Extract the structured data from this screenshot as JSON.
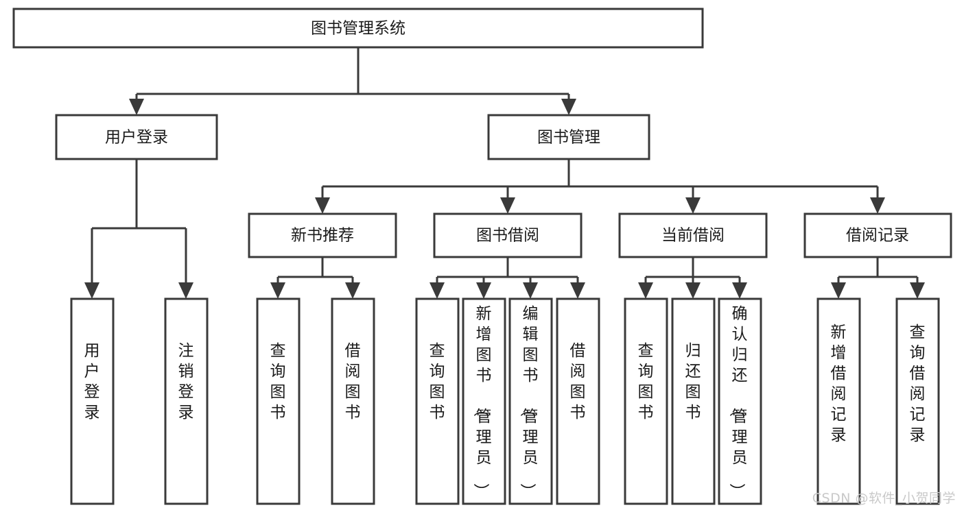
{
  "diagram": {
    "type": "tree-hierarchy",
    "title": "图书管理系统",
    "orientation": "top-down",
    "colors": {
      "box_stroke": "#3a3a3a",
      "box_fill": "#ffffff",
      "text": "#1a1a1a",
      "connector": "#3a3a3a",
      "watermark": "#c9c9c9",
      "background": "#ffffff"
    },
    "root": {
      "id": "root",
      "label": "图书管理系统"
    },
    "level1": [
      {
        "id": "user-login",
        "label": "用户登录"
      },
      {
        "id": "book-management",
        "label": "图书管理"
      }
    ],
    "level2": [
      {
        "id": "new-book-recommend",
        "label": "新书推荐",
        "parent": "book-management"
      },
      {
        "id": "book-borrow",
        "label": "图书借阅",
        "parent": "book-management"
      },
      {
        "id": "current-borrow",
        "label": "当前借阅",
        "parent": "book-management"
      },
      {
        "id": "borrow-record",
        "label": "借阅记录",
        "parent": "book-management"
      }
    ],
    "leaves": [
      {
        "id": "leaf-user-login",
        "label": "用户登录",
        "parent": "user-login"
      },
      {
        "id": "leaf-logout-login",
        "label": "注销登录",
        "parent": "user-login"
      },
      {
        "id": "leaf-query-book-1",
        "label": "查询图书",
        "parent": "new-book-recommend"
      },
      {
        "id": "leaf-borrow-book-1",
        "label": "借阅图书",
        "parent": "new-book-recommend"
      },
      {
        "id": "leaf-query-book-2",
        "label": "查询图书",
        "parent": "book-borrow"
      },
      {
        "id": "leaf-add-book",
        "label": "新增图书（管理员）",
        "parent": "book-borrow"
      },
      {
        "id": "leaf-edit-book",
        "label": "编辑图书（管理员）",
        "parent": "book-borrow"
      },
      {
        "id": "leaf-borrow-book-2",
        "label": "借阅图书",
        "parent": "book-borrow"
      },
      {
        "id": "leaf-query-book-3",
        "label": "查询图书",
        "parent": "current-borrow"
      },
      {
        "id": "leaf-return-book",
        "label": "归还图书",
        "parent": "current-borrow"
      },
      {
        "id": "leaf-confirm-return",
        "label": "确认归还（管理员）",
        "parent": "current-borrow"
      },
      {
        "id": "leaf-add-record",
        "label": "新增借阅记录",
        "parent": "borrow-record"
      },
      {
        "id": "leaf-query-record",
        "label": "查询借阅记录",
        "parent": "borrow-record"
      }
    ]
  },
  "watermark": {
    "text": "CSDN @软件_小贺同学"
  }
}
